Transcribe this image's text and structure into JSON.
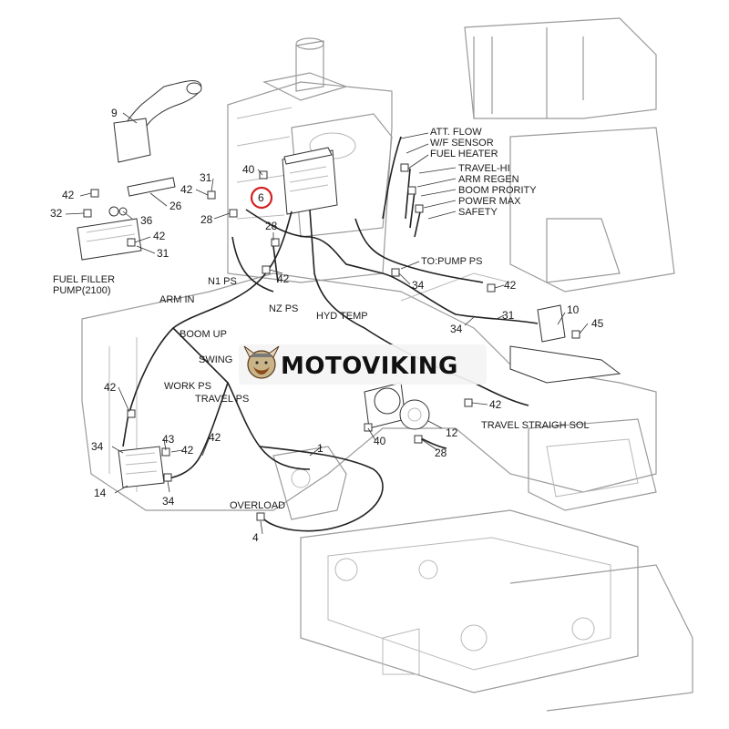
{
  "labels": {
    "att_flow": "ATT. FLOW",
    "wif_sensor": "W/F SENSOR",
    "fuel_heater": "FUEL HEATER",
    "travel_hi": "TRAVEL-HI",
    "arm_regen": "ARM REGEN",
    "boom_priority": "BOOM PRORITY",
    "power_max": "POWER MAX",
    "safety": "SAFETY",
    "to_pump_ps": "TO:PUMP PS",
    "fuel_filler_pump_1": "FUEL FILLER",
    "fuel_filler_pump_2": "PUMP(2100)",
    "n1_ps": "N1 PS",
    "nz_ps": "NZ PS",
    "arm_in": "ARM IN",
    "hyd_temp": "HYD TEMP",
    "boom_up": "BOOM UP",
    "swing": "SWING",
    "work_ps": "WORK PS",
    "travel_ps": "TRAVEL PS",
    "travel_straight_sol": "TRAVEL STRAIGH SOL",
    "overload": "OVERLOAD"
  },
  "callouts": {
    "c9": "9",
    "c40a": "40",
    "c31a": "31",
    "c42a": "42",
    "c6": "6",
    "c42b": "42",
    "c32": "32",
    "c36": "36",
    "c26": "26",
    "c28a": "28",
    "c42c": "42",
    "c31b": "31",
    "c28b": "28",
    "c42d": "42",
    "c34a": "34",
    "c42e": "42",
    "c10": "10",
    "c34b": "34",
    "c31c": "31",
    "c45": "45",
    "c42f": "42",
    "c42g": "42",
    "c12": "12",
    "c40b": "40",
    "c28c": "28",
    "c42h": "42",
    "c43": "43",
    "c42i": "42",
    "c34c": "34",
    "c1": "1",
    "c14": "14",
    "c34d": "34",
    "c4": "4"
  },
  "watermark": {
    "text": "MOTOVIKING"
  },
  "highlight": {
    "callout": "6",
    "color": "#d42020"
  }
}
